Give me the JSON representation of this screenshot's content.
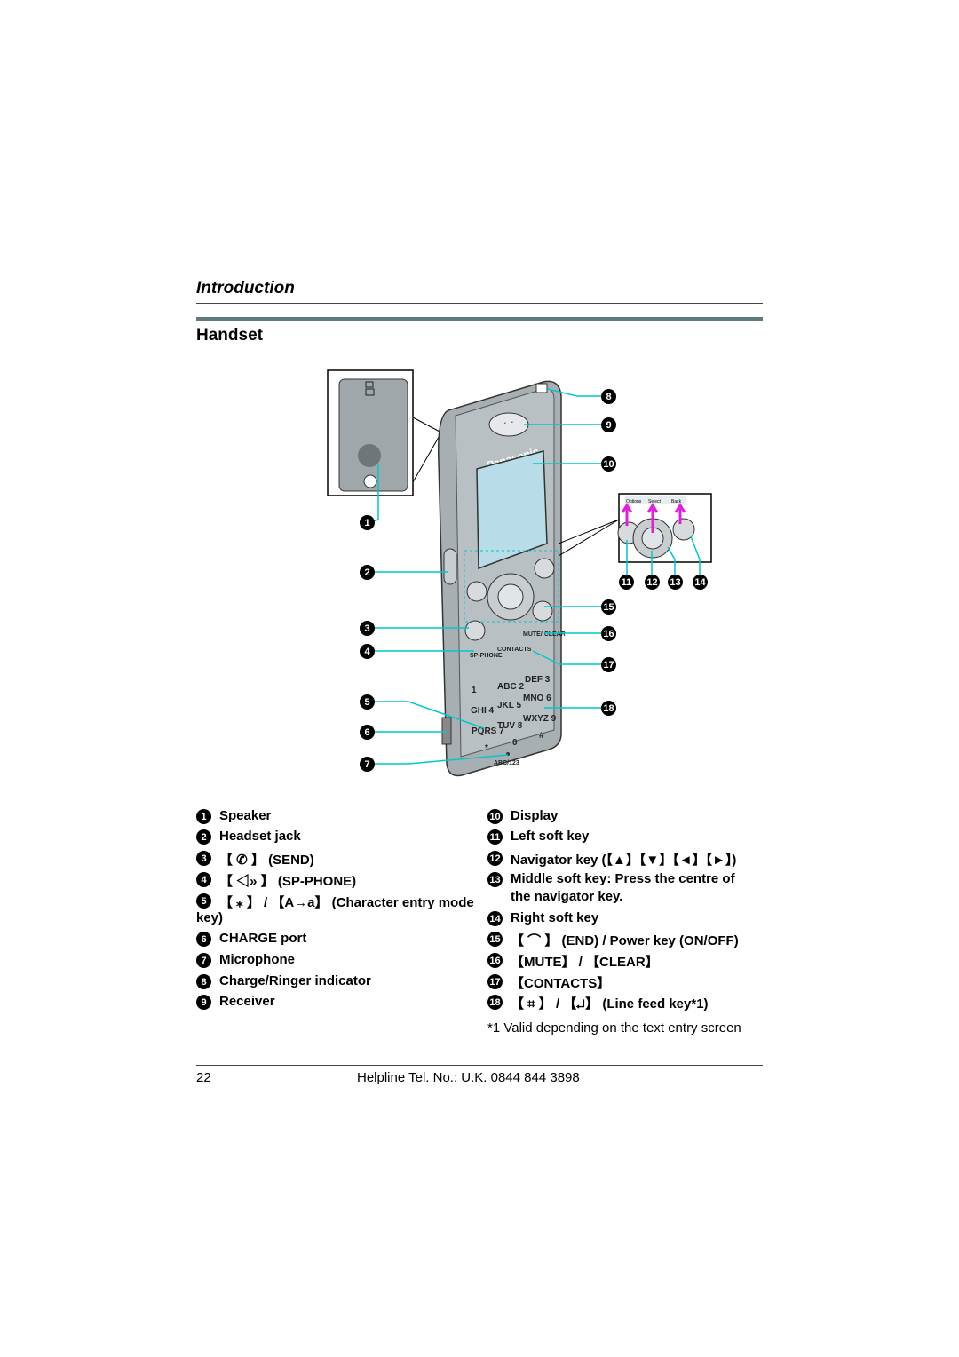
{
  "header": {
    "section": "Introduction",
    "subtitle": "Handset"
  },
  "phone": {
    "brand": "Panasonic",
    "softkey_labels": [
      "Options",
      "Select",
      "Back"
    ],
    "keypad": [
      "1",
      "ABC 2",
      "DEF 3",
      "GHI 4",
      "JKL 5",
      "MNO 6",
      "PQRS 7",
      "TUV 8",
      "WXYZ 9",
      "*",
      "0",
      "#"
    ],
    "key_labels": {
      "mute": "MUTE/ CLEAR",
      "contacts": "CONTACTS",
      "spphone": "SP-PHONE",
      "abc123": "ABC/123"
    }
  },
  "callouts": [
    "1",
    "2",
    "3",
    "4",
    "5",
    "6",
    "7",
    "8",
    "9",
    "10",
    "11",
    "12",
    "13",
    "14",
    "15",
    "16",
    "17",
    "18"
  ],
  "legend_left": [
    {
      "n": "1",
      "text": "Speaker"
    },
    {
      "n": "2",
      "text": "Headset jack"
    },
    {
      "n": "3",
      "text": "【 ✆ 】 (SEND)"
    },
    {
      "n": "4",
      "text": "【 ◁» 】 (SP-PHONE)"
    },
    {
      "n": "5",
      "text": "【 ⁎ 】 / 【A→a】 (Character entry mode"
    },
    {
      "n": "",
      "text": "key)"
    },
    {
      "n": "6",
      "text": "CHARGE port"
    },
    {
      "n": "7",
      "text": "Microphone"
    },
    {
      "n": "8",
      "text": "Charge/Ringer indicator"
    },
    {
      "n": "9",
      "text": "Receiver"
    }
  ],
  "legend_right": [
    {
      "n": "10",
      "text": "Display"
    },
    {
      "n": "11",
      "text": "Left soft key"
    },
    {
      "n": "12",
      "text": "Navigator key (【▲】【▼】【◄】【►】)"
    },
    {
      "n": "13",
      "text": "Middle soft key: Press the centre of"
    },
    {
      "n": "",
      "text": "the navigator key."
    },
    {
      "n": "14",
      "text": "Right soft key"
    },
    {
      "n": "15",
      "text": "【 ⌒ 】 (END) / Power key (ON/OFF)"
    },
    {
      "n": "16",
      "text": "【MUTE】 / 【CLEAR】"
    },
    {
      "n": "17",
      "text": "【CONTACTS】"
    },
    {
      "n": "18",
      "text": "【 ⌗ 】 / 【↵】 (Line feed key*1)"
    }
  ],
  "footnote": "*1 Valid depending on the text entry screen",
  "footer": {
    "page": "22",
    "helpline": "Helpline Tel. No.: U.K. 0844 844 3898"
  },
  "colors": {
    "callout_line": "#00c8c8",
    "arrow": "#e020e0",
    "rule": "#5f7a7a"
  }
}
